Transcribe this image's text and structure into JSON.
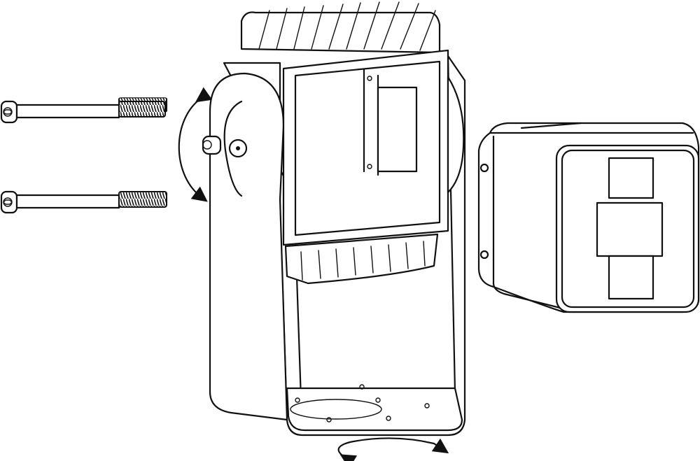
{
  "diagram": {
    "colors": {
      "stroke": "#111111",
      "background": "#ffffff"
    },
    "parts": [
      "screw-top",
      "screw-bottom",
      "tilt-arrow",
      "mounting-bracket",
      "heatsink-housing",
      "camera-module",
      "pan-arrow"
    ]
  }
}
